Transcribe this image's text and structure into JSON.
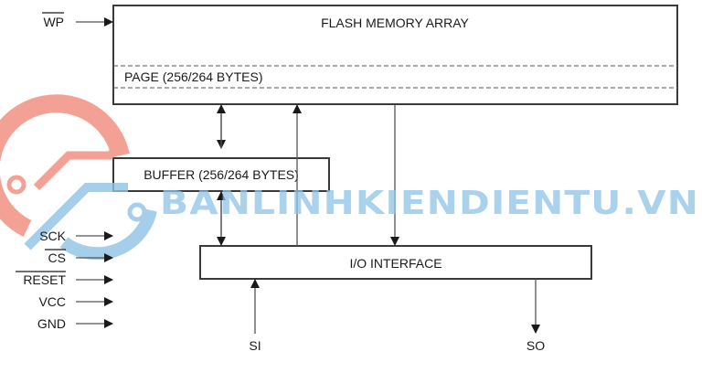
{
  "diagram": {
    "blocks": {
      "flash": "FLASH MEMORY ARRAY",
      "page": "PAGE (256/264 BYTES)",
      "buffer": "BUFFER (256/264 BYTES)",
      "io": "I/O INTERFACE"
    },
    "inputs": {
      "wp": "WP",
      "sck": "SCK",
      "cs": "CS",
      "reset": "RESET",
      "vcc": "VCC",
      "gnd": "GND",
      "si": "SI"
    },
    "outputs": {
      "so": "SO"
    },
    "active_low_signals": [
      "WP",
      "CS",
      "RESET"
    ]
  },
  "watermark": {
    "text": "BANLINHKIENDIENTU.VN",
    "colors": {
      "logo_red": "#f08a7a",
      "logo_blue": "#8fc3e6"
    }
  }
}
